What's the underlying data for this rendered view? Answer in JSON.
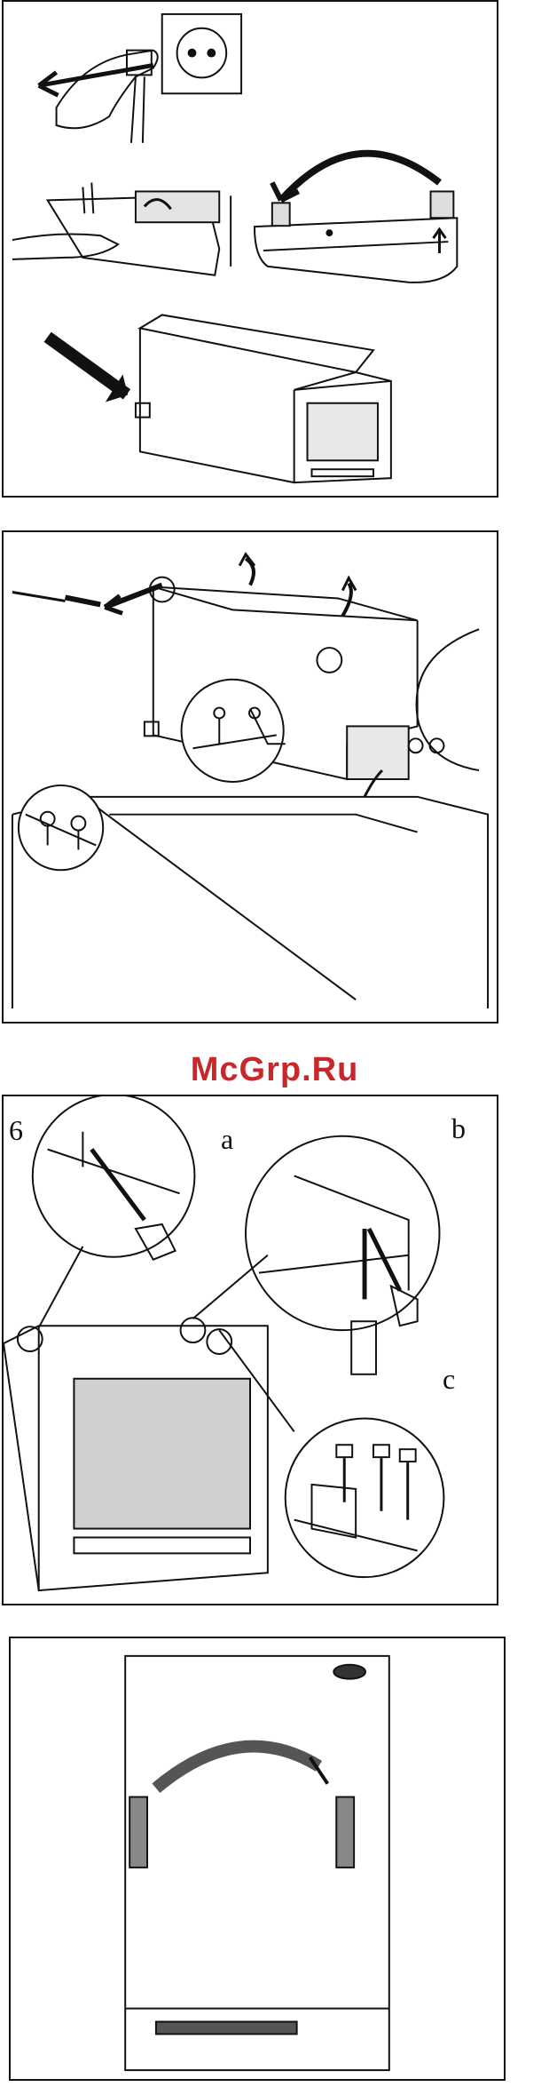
{
  "watermark": "McGrp.Ru",
  "panels": [
    {
      "labels": []
    },
    {
      "labels": []
    },
    {
      "labels": [
        "6",
        "a",
        "b",
        "c"
      ]
    },
    {
      "labels": []
    }
  ],
  "colors": {
    "line": "#111111",
    "watermark": "#c8282a"
  }
}
